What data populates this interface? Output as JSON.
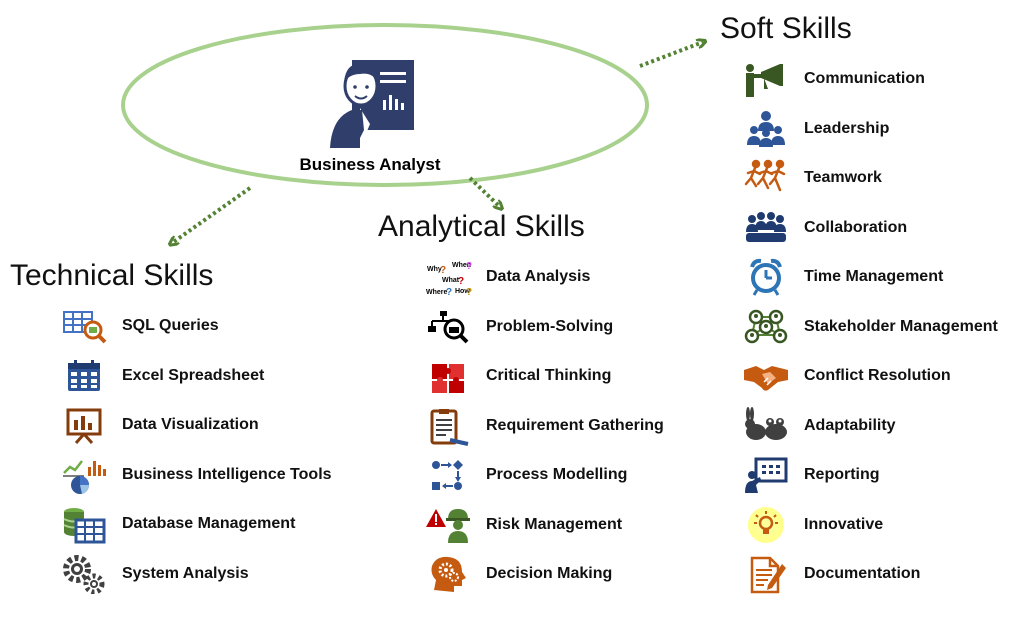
{
  "center": {
    "label": "Business Analyst",
    "ring_color": "#a9d18e",
    "arrow_color": "#548235",
    "icon": "business-analyst-icon"
  },
  "groups": {
    "technical": {
      "title": "Technical Skills",
      "items": [
        {
          "label": "SQL Queries",
          "icon": "sql-query-icon"
        },
        {
          "label": "Excel Spreadsheet",
          "icon": "spreadsheet-icon"
        },
        {
          "label": "Data Visualization",
          "icon": "presentation-chart-icon"
        },
        {
          "label": "Business Intelligence Tools",
          "icon": "bi-charts-icon"
        },
        {
          "label": "Database Management",
          "icon": "database-table-icon"
        },
        {
          "label": "System Analysis",
          "icon": "gears-icon"
        }
      ]
    },
    "analytical": {
      "title": "Analytical Skills",
      "items": [
        {
          "label": "Data Analysis",
          "icon": "questions-icon"
        },
        {
          "label": "Problem-Solving",
          "icon": "flowchart-magnifier-icon"
        },
        {
          "label": "Critical Thinking",
          "icon": "puzzle-icon"
        },
        {
          "label": "Requirement Gathering",
          "icon": "clipboard-pen-icon"
        },
        {
          "label": "Process Modelling",
          "icon": "process-flow-icon"
        },
        {
          "label": "Risk Management",
          "icon": "warning-worker-icon"
        },
        {
          "label": "Decision Making",
          "icon": "head-gears-icon"
        }
      ]
    },
    "soft": {
      "title": "Soft Skills",
      "items": [
        {
          "label": "Communication",
          "icon": "megaphone-person-icon"
        },
        {
          "label": "Leadership",
          "icon": "leader-group-icon"
        },
        {
          "label": "Teamwork",
          "icon": "team-runners-icon"
        },
        {
          "label": "Collaboration",
          "icon": "meeting-table-icon"
        },
        {
          "label": "Time Management",
          "icon": "alarm-clock-icon"
        },
        {
          "label": "Stakeholder Management",
          "icon": "network-people-icon"
        },
        {
          "label": "Conflict Resolution",
          "icon": "handshake-icon"
        },
        {
          "label": "Adaptability",
          "icon": "rabbit-frog-icon"
        },
        {
          "label": "Reporting",
          "icon": "presenter-board-icon"
        },
        {
          "label": "Innovative",
          "icon": "lightbulb-icon"
        },
        {
          "label": "Documentation",
          "icon": "document-pencil-icon"
        }
      ]
    }
  }
}
